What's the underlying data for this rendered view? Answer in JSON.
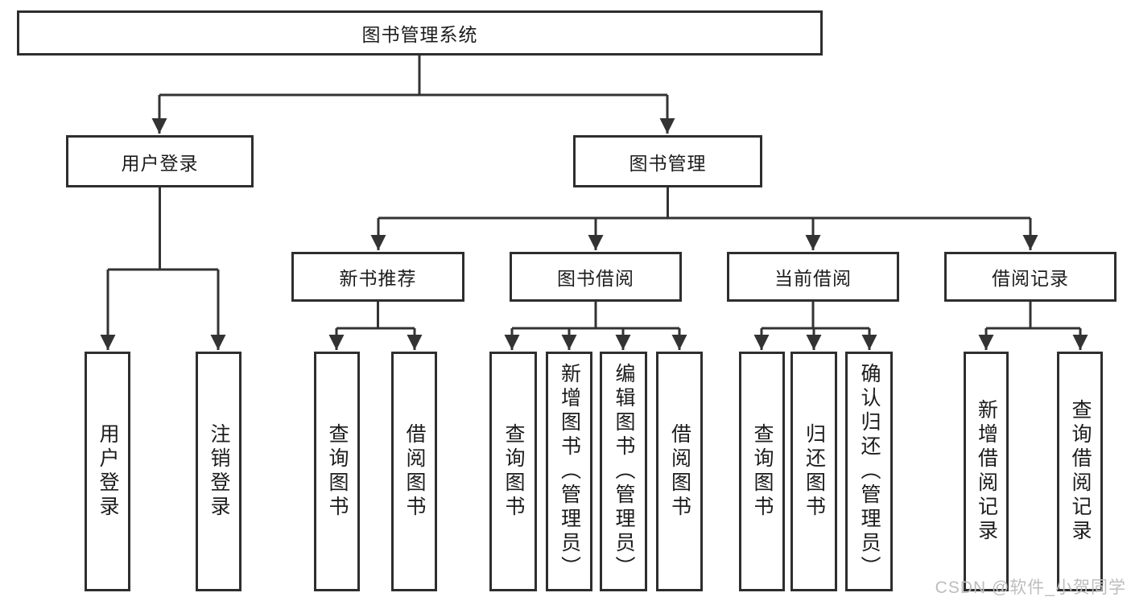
{
  "diagram": {
    "type": "tree",
    "root": {
      "label": "图书管理系统",
      "children": [
        {
          "label": "用户登录",
          "children": [
            {
              "label": "用户登录"
            },
            {
              "label": "注销登录"
            }
          ]
        },
        {
          "label": "图书管理",
          "children": [
            {
              "label": "新书推荐",
              "children": [
                {
                  "label": "查询图书"
                },
                {
                  "label": "借阅图书"
                }
              ]
            },
            {
              "label": "图书借阅",
              "children": [
                {
                  "label": "查询图书"
                },
                {
                  "label": "新增图书（管理员）"
                },
                {
                  "label": "编辑图书（管理员）"
                },
                {
                  "label": "借阅图书"
                }
              ]
            },
            {
              "label": "当前借阅",
              "children": [
                {
                  "label": "查询图书"
                },
                {
                  "label": "归还图书"
                },
                {
                  "label": "确认归还（管理员）"
                }
              ]
            },
            {
              "label": "借阅记录",
              "children": [
                {
                  "label": "新增借阅记录"
                },
                {
                  "label": "查询借阅记录"
                }
              ]
            }
          ]
        }
      ]
    },
    "watermark": "CSDN @软件_小贺同学",
    "colors": {
      "background": "#ffffff",
      "line": "#333333",
      "box_border": "#2e2e2e",
      "box_fill": "#ffffff",
      "text": "#1c1c1c",
      "watermark": "#bdbdbd"
    }
  }
}
